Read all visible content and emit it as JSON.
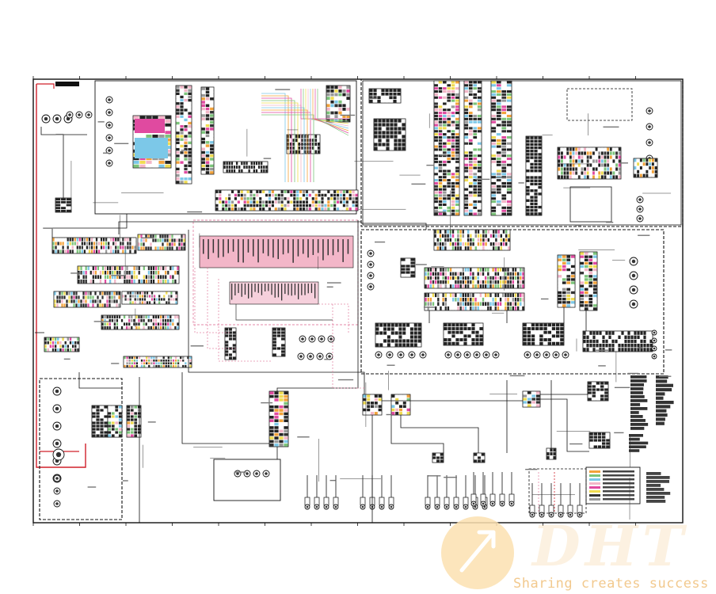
{
  "diagram": {
    "kind": "electrical wiring schematic",
    "colors": {
      "frame": "#111111",
      "wire": "#222222",
      "power_wire": "#d0202a",
      "pink": "#f3b6c8",
      "blue": "#7cc8e8",
      "orange": "#f2a23a",
      "green": "#7cc47a",
      "yellow": "#f0dc50",
      "magenta": "#e04aa0",
      "dashed_wire": "#e58aa8"
    }
  },
  "watermark": {
    "brand": "DHT",
    "tagline": "Sharing creates success",
    "circle_color": "#f9d9a0",
    "text_color": "#f2c98e"
  }
}
